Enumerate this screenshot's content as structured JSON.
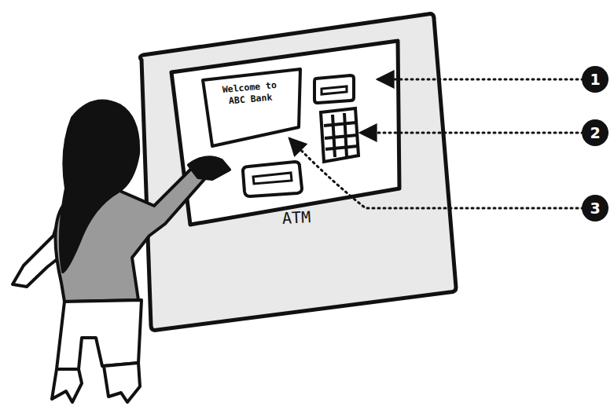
{
  "diagram": {
    "nodes": [
      {
        "text": [
          "ATM"
        ]
      },
      {
        "text": [
          "Welcome to ABC Bank"
        ],
        "in": 0
      }
    ],
    "labels": [
      "1",
      "2",
      "3"
    ]
  }
}
